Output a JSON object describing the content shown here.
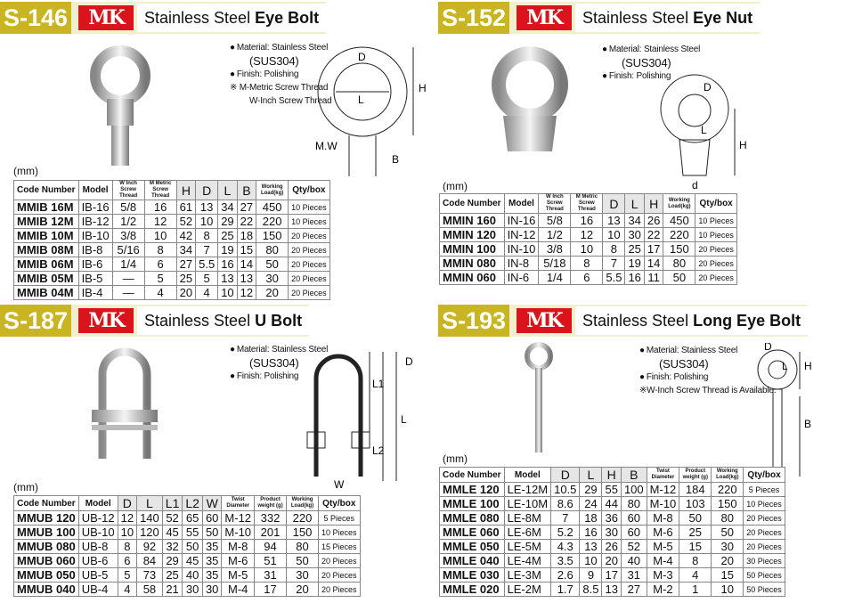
{
  "sections": [
    {
      "id": "S-146",
      "brand": "MK",
      "title_prefix": "Stainless Steel",
      "title_bold": "Eye Bolt",
      "notes": [
        "Material: Stainless Steel",
        "(SUS304)",
        "Finish: Polishing",
        "※ M-Metric Screw Thread",
        "W-Inch Screw Thread"
      ],
      "diagram_labels": {
        "d": "D",
        "l": "L",
        "h": "H",
        "b": "B",
        "mw": "M.W"
      },
      "unit": "(mm)",
      "columns": [
        "Code Number",
        "Model",
        "W Inch Screw Thread",
        "M Metric Screw Thread",
        "H",
        "D",
        "L",
        "B",
        "Working Load(kg)",
        "Qty/box"
      ],
      "rows": [
        [
          "MMIB 16M",
          "IB-16",
          "5/8",
          "16",
          "61",
          "13",
          "34",
          "27",
          "450",
          "10 Pieces"
        ],
        [
          "MMIB 12M",
          "IB-12",
          "1/2",
          "12",
          "52",
          "10",
          "29",
          "22",
          "220",
          "10 Pieces"
        ],
        [
          "MMIB 10M",
          "IB-10",
          "3/8",
          "10",
          "42",
          "8",
          "25",
          "18",
          "150",
          "20 Pieces"
        ],
        [
          "MMIB 08M",
          "IB-8",
          "5/16",
          "8",
          "34",
          "7",
          "19",
          "15",
          "80",
          "20 Pieces"
        ],
        [
          "MMIB 06M",
          "IB-6",
          "1/4",
          "6",
          "27",
          "5.5",
          "16",
          "14",
          "50",
          "20 Pieces"
        ],
        [
          "MMIB 05M",
          "IB-5",
          "—",
          "5",
          "25",
          "5",
          "13",
          "13",
          "30",
          "20 Pieces"
        ],
        [
          "MMIB 04M",
          "IB-4",
          "—",
          "4",
          "20",
          "4",
          "10",
          "12",
          "20",
          "20 Pieces"
        ]
      ]
    },
    {
      "id": "S-152",
      "brand": "MK",
      "title_prefix": "Stainless Steel",
      "title_bold": "Eye Nut",
      "notes": [
        "Material: Stainless Steel",
        "(SUS304)",
        "Finish: Polishing"
      ],
      "diagram_labels": {
        "d": "D",
        "l": "L",
        "h": "H",
        "dd": "d"
      },
      "unit": "(mm)",
      "columns": [
        "Code Number",
        "Model",
        "W Inch Screw Thread",
        "M Metric Screw Thread",
        "D",
        "L",
        "H",
        "Working Load(kg)",
        "Qty/box"
      ],
      "rows": [
        [
          "MMIN 160",
          "IN-16",
          "5/8",
          "16",
          "13",
          "34",
          "26",
          "450",
          "10 Pieces"
        ],
        [
          "MMIN 120",
          "IN-12",
          "1/2",
          "12",
          "10",
          "30",
          "22",
          "220",
          "10 Pieces"
        ],
        [
          "MMIN 100",
          "IN-10",
          "3/8",
          "10",
          "8",
          "25",
          "17",
          "150",
          "20 Pieces"
        ],
        [
          "MMIN 080",
          "IN-8",
          "5/18",
          "8",
          "7",
          "19",
          "14",
          "80",
          "20 Pieces"
        ],
        [
          "MMIN 060",
          "IN-6",
          "1/4",
          "6",
          "5.5",
          "16",
          "11",
          "50",
          "20 Pieces"
        ]
      ]
    },
    {
      "id": "S-187",
      "brand": "MK",
      "title_prefix": "Stainless Steel",
      "title_bold": "U Bolt",
      "notes": [
        "Material: Stainless Steel",
        "(SUS304)",
        "Finish: Polishing"
      ],
      "diagram_labels": {
        "d": "D",
        "l": "L",
        "l1": "L1",
        "l2": "L2",
        "w": "W"
      },
      "unit": "(mm)",
      "columns": [
        "Code Number",
        "Model",
        "D",
        "L",
        "L1",
        "L2",
        "W",
        "Twist Diameter",
        "Product weight (g)",
        "Working Load(kg)",
        "Qty/box"
      ],
      "rows": [
        [
          "MMUB 120",
          "UB-12",
          "12",
          "140",
          "52",
          "65",
          "60",
          "M-12",
          "332",
          "220",
          "5 Pieces"
        ],
        [
          "MMUB 100",
          "UB-10",
          "10",
          "120",
          "45",
          "55",
          "50",
          "M-10",
          "201",
          "150",
          "10 Pieces"
        ],
        [
          "MMUB 080",
          "UB-8",
          "8",
          "92",
          "32",
          "50",
          "35",
          "M-8",
          "94",
          "80",
          "15 Pieces"
        ],
        [
          "MMUB 060",
          "UB-6",
          "6",
          "84",
          "29",
          "45",
          "35",
          "M-6",
          "51",
          "50",
          "20 Pieces"
        ],
        [
          "MMUB 050",
          "UB-5",
          "5",
          "73",
          "25",
          "40",
          "35",
          "M-5",
          "31",
          "30",
          "20 Pieces"
        ],
        [
          "MMUB 040",
          "UB-4",
          "4",
          "58",
          "21",
          "30",
          "30",
          "M-4",
          "17",
          "20",
          "20 Pieces"
        ]
      ]
    },
    {
      "id": "S-193",
      "brand": "MK",
      "title_prefix": "Stainless Steel",
      "title_bold": "Long Eye Bolt",
      "notes": [
        "Material: Stainless Steel",
        "(SUS304)",
        "Finish: Polishing",
        "※W-Inch Screw Thread is Available."
      ],
      "diagram_labels": {
        "d": "D",
        "l": "L",
        "h": "H",
        "b": "B"
      },
      "unit": "(mm)",
      "columns": [
        "Code Number",
        "Model",
        "D",
        "L",
        "H",
        "B",
        "Twist Diameter",
        "Product weight (g)",
        "Working Load(kg)",
        "Qty/box"
      ],
      "rows": [
        [
          "MMLE 120",
          "LE-12M",
          "10.5",
          "29",
          "55",
          "100",
          "M-12",
          "184",
          "220",
          "5 Pieces"
        ],
        [
          "MMLE 100",
          "LE-10M",
          "8.6",
          "24",
          "44",
          "80",
          "M-10",
          "103",
          "150",
          "10 Pieces"
        ],
        [
          "MMLE 080",
          "LE-8M",
          "7",
          "18",
          "36",
          "60",
          "M-8",
          "50",
          "80",
          "20 Pieces"
        ],
        [
          "MMLE 060",
          "LE-6M",
          "5.2",
          "16",
          "30",
          "60",
          "M-6",
          "25",
          "50",
          "20 Pieces"
        ],
        [
          "MMLE 050",
          "LE-5M",
          "4.3",
          "13",
          "26",
          "52",
          "M-5",
          "15",
          "30",
          "20 Pieces"
        ],
        [
          "MMLE 040",
          "LE-4M",
          "3.5",
          "10",
          "20",
          "40",
          "M-4",
          "8",
          "20",
          "30 Pieces"
        ],
        [
          "MMLE 030",
          "LE-3M",
          "2.6",
          "9",
          "17",
          "31",
          "M-3",
          "4",
          "15",
          "50 Pieces"
        ],
        [
          "MMLE 020",
          "LE-2M",
          "1.7",
          "8.5",
          "13",
          "27",
          "M-2",
          "1",
          "10",
          "50 Pieces"
        ]
      ]
    }
  ]
}
